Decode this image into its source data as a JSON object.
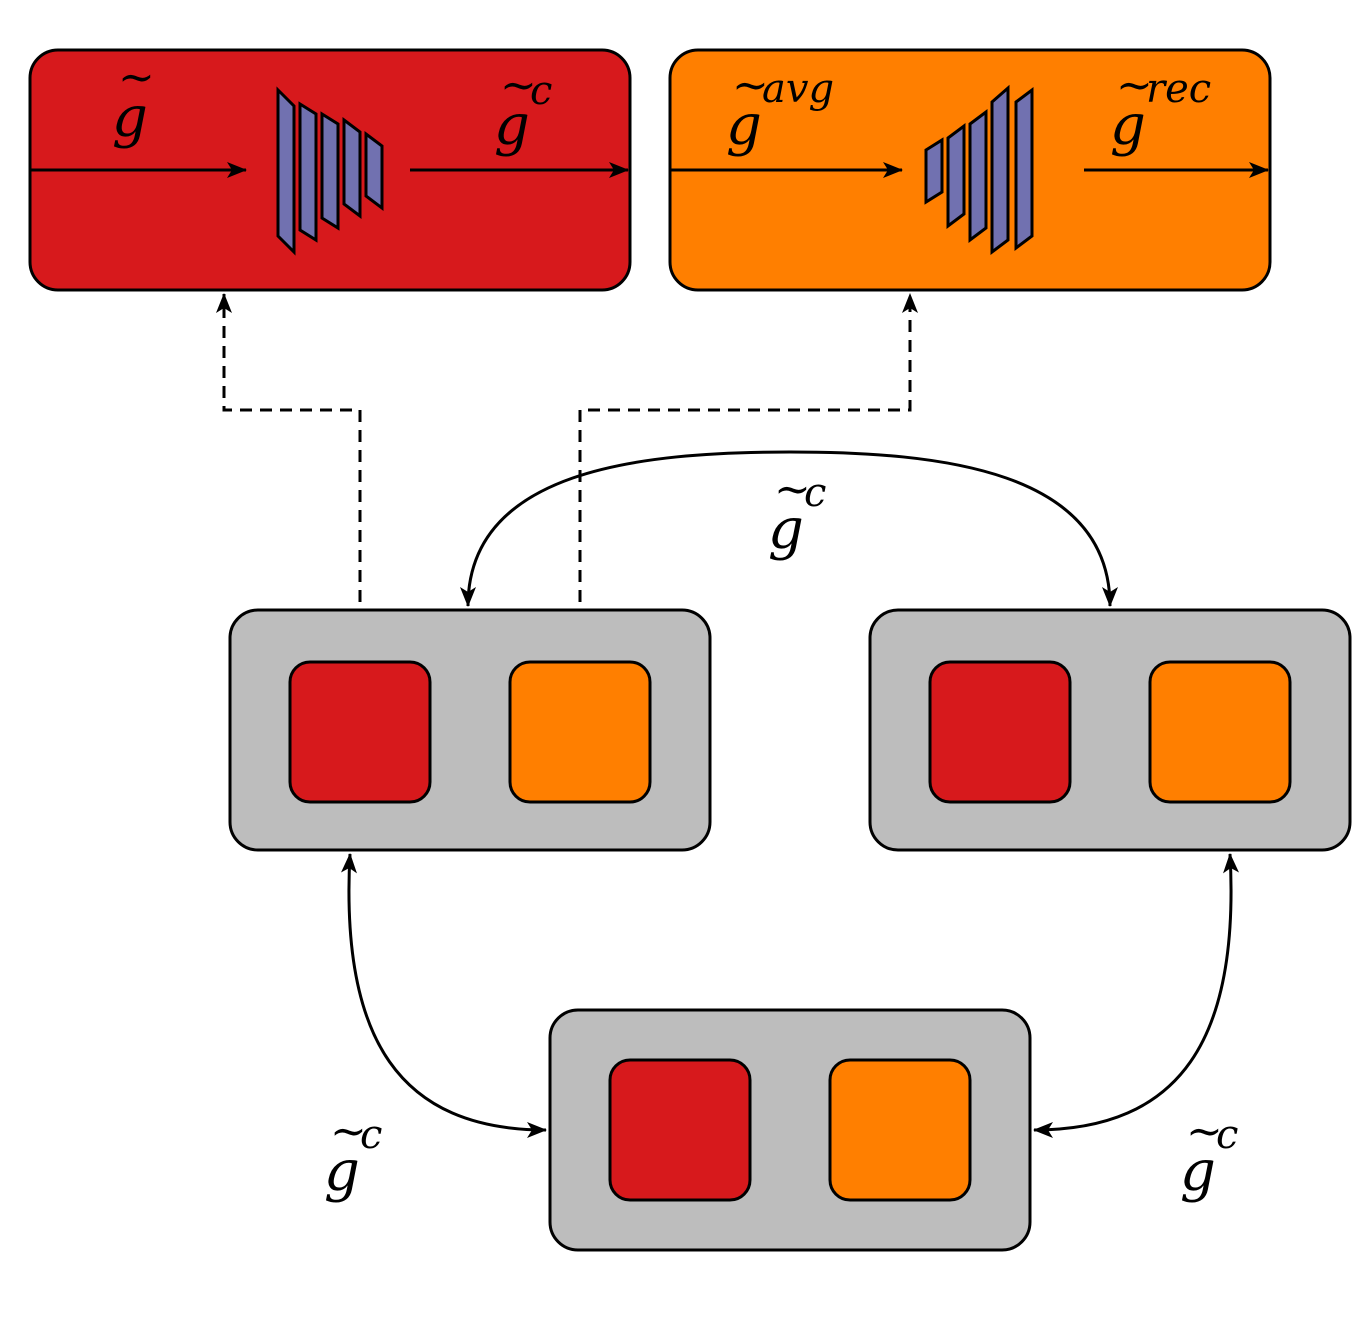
{
  "colors": {
    "compressor": "#d7191c",
    "decompressor": "#ff7f00",
    "node": "#bdbdbd",
    "layer": "#7171b0",
    "stroke": "#000000"
  },
  "compressor": {
    "input": {
      "base": "g",
      "sup": ""
    },
    "output": {
      "base": "g",
      "sup": "c"
    }
  },
  "decompressor": {
    "input": {
      "base": "g",
      "sup": "avg"
    },
    "output": {
      "base": "g",
      "sup": "rec"
    }
  },
  "links": {
    "top": {
      "base": "g",
      "sup": "c"
    },
    "left": {
      "base": "g",
      "sup": "c"
    },
    "right": {
      "base": "g",
      "sup": "c"
    }
  },
  "tilde": "~"
}
